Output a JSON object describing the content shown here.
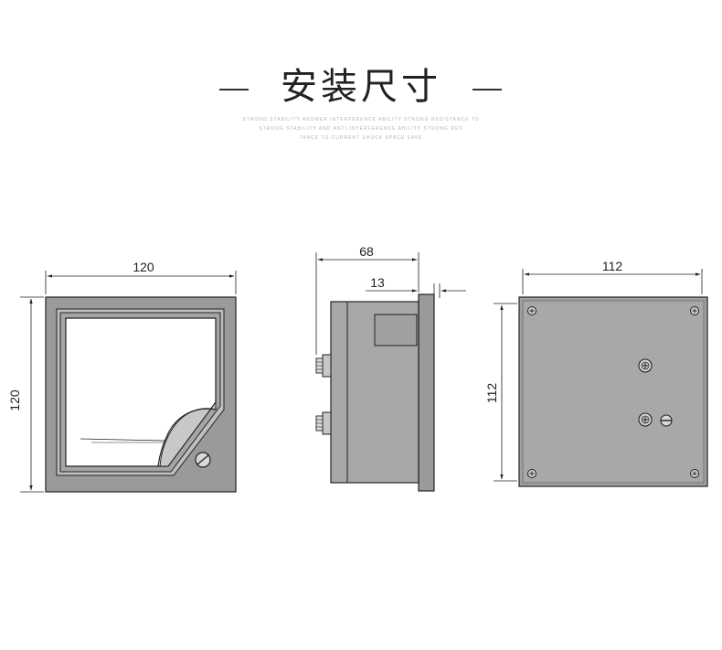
{
  "title": "安装尺寸",
  "subtitle_lines": [
    "STRONG STABILITY ANSWER INTERFERENCE ABILITY STRONG RESISTANCE TO",
    "STRONG STABILITY AND ANTI-INTERFERENCE ABILITY STRONG RES",
    "TANCE TO CURRENT SHOCK SPACE SAVE"
  ],
  "front_view": {
    "width_label": "120",
    "height_label": "120"
  },
  "side_view": {
    "depth_label": "68",
    "bezel_label": "13"
  },
  "back_view": {
    "width_label": "112",
    "height_label": "112"
  }
}
